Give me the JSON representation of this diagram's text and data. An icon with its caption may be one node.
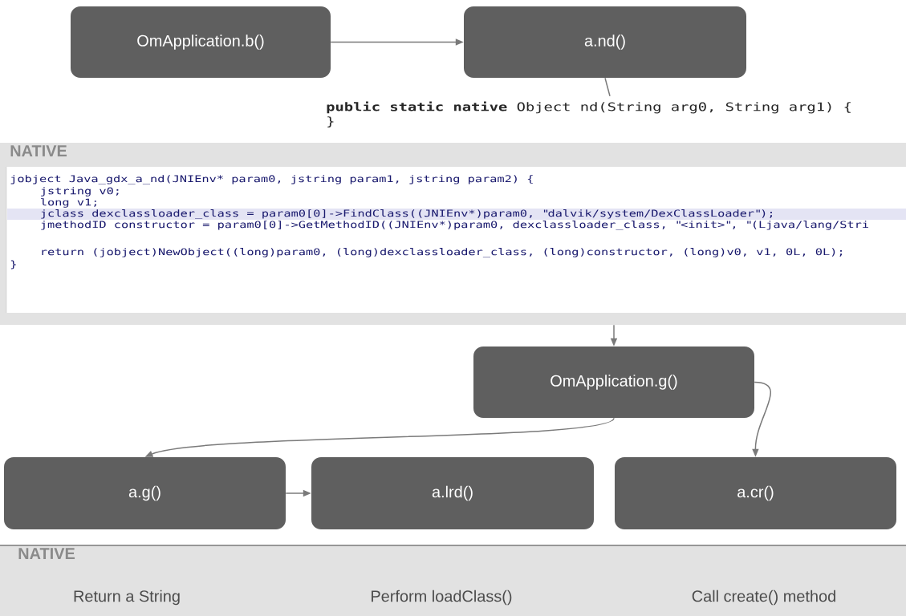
{
  "diagram": {
    "nodes": [
      {
        "text": [
          "OmApplication.b()"
        ]
      },
      {
        "text": [
          "a.nd()"
        ]
      },
      {
        "text": [
          "**public static native** Object nd(String arg0, String arg1) {",
          "}"
        ]
      },
      {
        "text": [
          "NATIVE"
        ]
      },
      {
        "text": [
          "jobject Java_gdx_a_nd(JNIEnv* param0, jstring param1, jstring param2) {",
          "jstring v0;",
          "long v1;",
          "jclass dexclassloader_class = param0[0]->FindClass((JNIEnv*)param0, \"dalvik/system/DexClassLoader\");",
          "jmethodID constructor = param0[0]->GetMethodID((JNIEnv*)param0, dexclassloader_class, \"<init>\", \"(Ljava/lang/Stri",
          "return (jobject)NewObject((long)param0, (long)dexclassloader_class, (long)constructor, (long)v0, v1, 0L, 0L);",
          "}"
        ],
        "in": 3
      },
      {
        "text": [
          "OmApplication.g()"
        ]
      },
      {
        "text": [
          "a.g()"
        ]
      },
      {
        "text": [
          "a.lrd()"
        ]
      },
      {
        "text": [
          "a.cr()"
        ]
      },
      {
        "text": [
          "NATIVE"
        ]
      }
    ],
    "edges": [
      {
        "from": 0,
        "to": 1,
        "arrow": "to"
      },
      {
        "from": 1,
        "to": 2,
        "arrow": "none"
      },
      {
        "from": 3,
        "to": 5,
        "arrow": "to"
      },
      {
        "from": 5,
        "to": 6,
        "arrow": "to"
      },
      {
        "from": 6,
        "to": 7,
        "arrow": "to"
      },
      {
        "from": 5,
        "to": 8,
        "arrow": "to"
      }
    ],
    "labels": [
      "Return a String",
      "Perform loadClass()",
      "Call create() method"
    ]
  }
}
